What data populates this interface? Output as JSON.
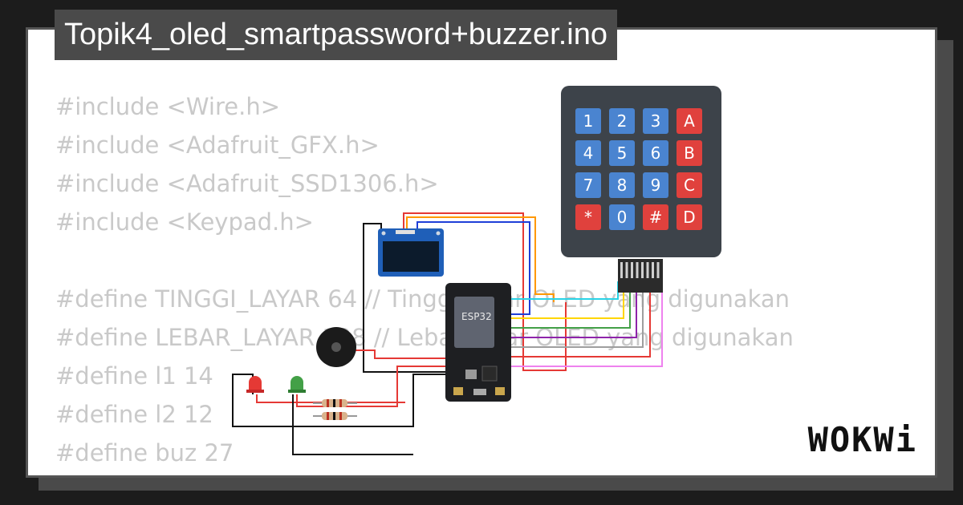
{
  "title": "Topik4_oled_smartpassword+buzzer.ino",
  "code_lines": [
    "#include <Wire.h>",
    "#include <Adafruit_GFX.h>",
    "#include <Adafruit_SSD1306.h>",
    "#include <Keypad.h>",
    "",
    "#define TINGGI_LAYAR 64 // Tinggi layar OLED yang digunakan",
    "#define LEBAR_LAYAR 128 // Lebar layar OLED yang digunakan",
    "#define l1 14",
    "#define l2 12",
    "#define buz 27"
  ],
  "board_label": "ESP32",
  "keypad": {
    "rows": [
      [
        "1",
        "2",
        "3",
        "A"
      ],
      [
        "4",
        "5",
        "6",
        "B"
      ],
      [
        "7",
        "8",
        "9",
        "C"
      ],
      [
        "*",
        "0",
        "#",
        "D"
      ]
    ]
  },
  "logo": "WOKWi",
  "colors": {
    "card_bg": "#ffffff",
    "page_bg": "#1c1c1c",
    "title_bg": "#4a4a4a",
    "key_blue": "#4a84d0",
    "key_red": "#e0413d",
    "keypad_body": "#3d434a"
  }
}
